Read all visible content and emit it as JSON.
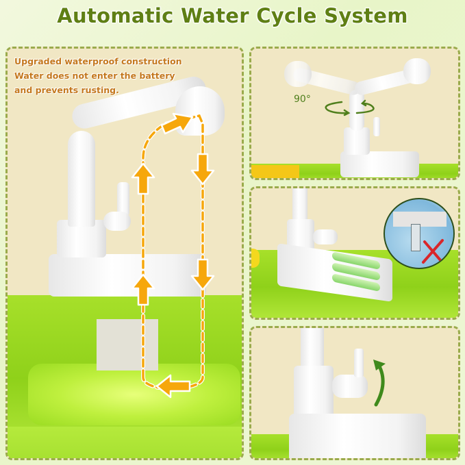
{
  "title": "Automatic Water Cycle System",
  "main_panel": {
    "caption_lines": [
      "Upgraded waterproof construction",
      "Water does not enter the battery",
      "and prevents rusting."
    ],
    "flow_arrows": [
      "up",
      "up",
      "right-up",
      "down",
      "down",
      "left"
    ]
  },
  "rotation_panel": {
    "angle_label": "90°",
    "icon": "rotate-arrow-icon"
  },
  "battery_panel": {
    "inset_icon": "no-water-x-icon",
    "battery_count": 3
  },
  "switch_panel": {
    "icon": "curved-arrow-up-icon"
  },
  "colors": {
    "title": "#5f7f14",
    "caption": "#c4781e",
    "arrow": "#f6a70c",
    "dashed_border": "#9aab4c",
    "panel_bg": "#f1e7c4",
    "sink_green": "#9bd91e",
    "rotate_arrow": "#4f7f1c",
    "x_mark": "#d9262a"
  }
}
